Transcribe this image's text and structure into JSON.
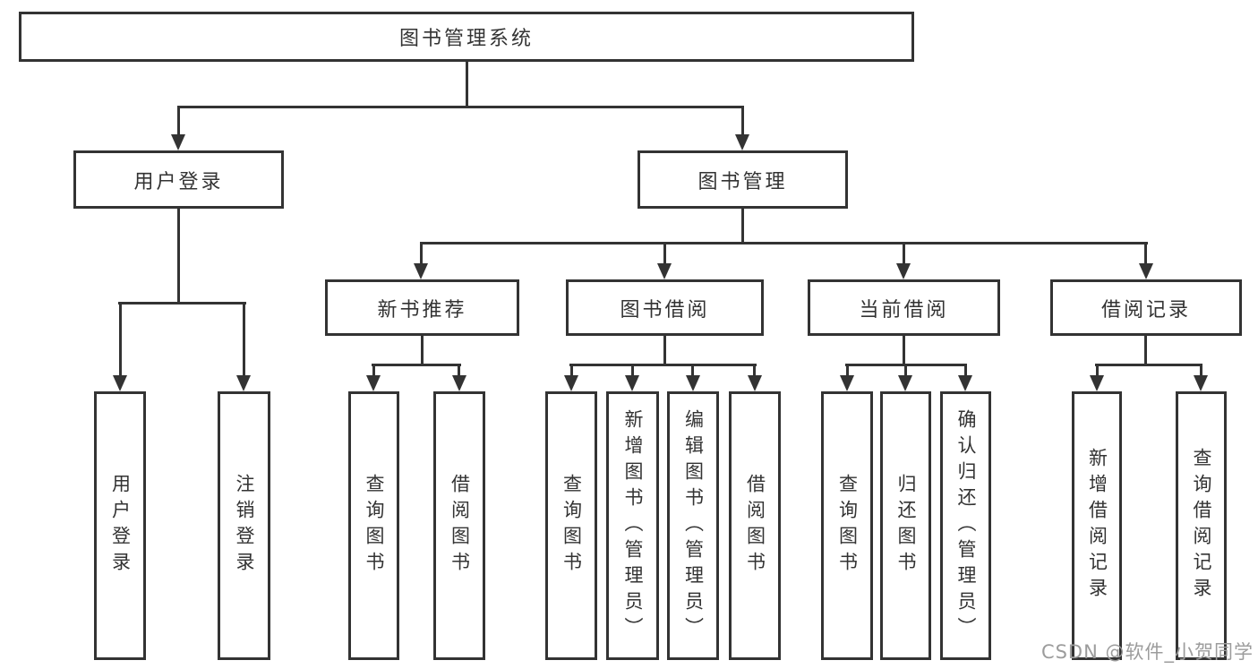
{
  "colors": {
    "line": "#333333",
    "text": "#333333",
    "background": "#ffffff",
    "watermark": "#9c9c9c"
  },
  "watermark": "CSDN @软件_小贺同学",
  "tree": {
    "label": "图书管理系统",
    "children": [
      {
        "label": "用户登录",
        "children": [
          {
            "label": "用户登录"
          },
          {
            "label": "注销登录"
          }
        ]
      },
      {
        "label": "图书管理",
        "children": [
          {
            "label": "新书推荐",
            "children": [
              {
                "label": "查询图书"
              },
              {
                "label": "借阅图书"
              }
            ]
          },
          {
            "label": "图书借阅",
            "children": [
              {
                "label": "查询图书"
              },
              {
                "label": "新增图书（管理员）"
              },
              {
                "label": "编辑图书（管理员）"
              },
              {
                "label": "借阅图书"
              }
            ]
          },
          {
            "label": "当前借阅",
            "children": [
              {
                "label": "查询图书"
              },
              {
                "label": "归还图书"
              },
              {
                "label": "确认归还（管理员）"
              }
            ]
          },
          {
            "label": "借阅记录",
            "children": [
              {
                "label": "新增借阅记录"
              },
              {
                "label": "查询借阅记录"
              }
            ]
          }
        ]
      }
    ]
  }
}
